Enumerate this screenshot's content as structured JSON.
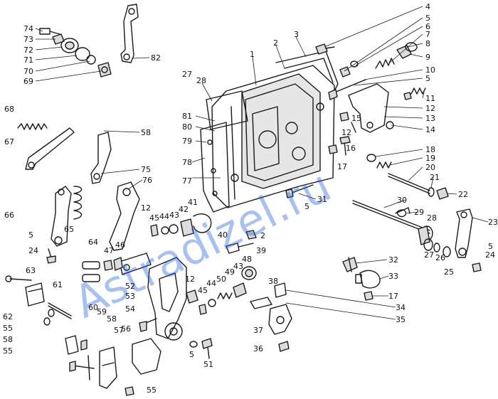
{
  "watermark": {
    "text": "Astradizel.ru",
    "color": "#1e5bd8"
  },
  "callouts": [
    "74",
    "73",
    "72",
    "71",
    "70",
    "69",
    "82",
    "68",
    "67",
    "58",
    "75",
    "66",
    "65",
    "76",
    "5",
    "24",
    "27",
    "28",
    "81",
    "80",
    "79",
    "78",
    "77",
    "1",
    "2",
    "3",
    "4",
    "5",
    "6",
    "7",
    "8",
    "9",
    "10",
    "5",
    "11",
    "12",
    "13",
    "14",
    "15",
    "12",
    "16",
    "17",
    "18",
    "19",
    "20",
    "21",
    "22",
    "30",
    "29",
    "23",
    "31",
    "5",
    "12",
    "45",
    "44",
    "43",
    "42",
    "41",
    "40",
    "2",
    "39",
    "48",
    "28",
    "27",
    "26",
    "25",
    "5",
    "24",
    "32",
    "33",
    "17",
    "64",
    "47",
    "46",
    "52",
    "53",
    "12",
    "45",
    "44",
    "50",
    "49",
    "43",
    "38",
    "34",
    "35",
    "37",
    "36",
    "54",
    "5",
    "51",
    "63",
    "61",
    "62",
    "55",
    "58",
    "55",
    "60",
    "59",
    "58",
    "57",
    "56",
    "55"
  ]
}
